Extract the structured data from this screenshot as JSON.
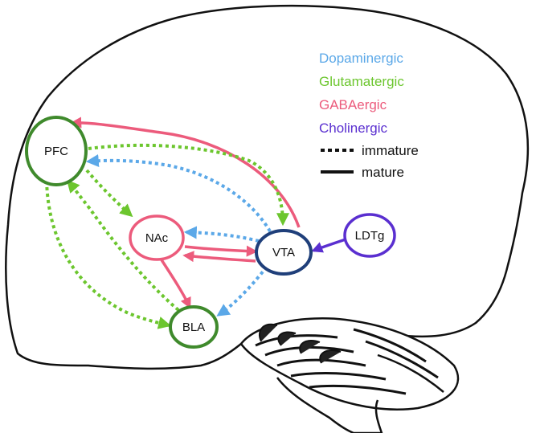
{
  "colors": {
    "dopaminergic": "#5ba8e8",
    "glutamatergic": "#6cc62e",
    "gabaergic": "#ec5b7c",
    "cholinergic": "#5a2fd0",
    "region_outline": "#3f8a2c",
    "vta_outline": "#1f3f7a",
    "brain_outline": "#111111"
  },
  "legend": {
    "items": [
      {
        "label": "Dopaminergic",
        "color": "#5ba8e8"
      },
      {
        "label": "Glutamatergic",
        "color": "#6cc62e"
      },
      {
        "label": "GABAergic",
        "color": "#ec5b7c"
      },
      {
        "label": "Cholinergic",
        "color": "#5a2fd0"
      }
    ],
    "line_styles": [
      {
        "label": "immature",
        "style": "dotted"
      },
      {
        "label": "mature",
        "style": "solid"
      }
    ]
  },
  "nodes": {
    "pfc": "PFC",
    "nac": "NAc",
    "vta": "VTA",
    "bla": "BLA",
    "ldtg": "LDTg"
  },
  "connections": [
    {
      "from": "VTA",
      "to": "PFC",
      "type": "GABAergic",
      "maturity": "mature"
    },
    {
      "from": "PFC",
      "to": "VTA",
      "type": "Glutamatergic",
      "maturity": "immature"
    },
    {
      "from": "VTA",
      "to": "PFC",
      "type": "Dopaminergic",
      "maturity": "immature"
    },
    {
      "from": "PFC",
      "to": "NAc",
      "type": "Glutamatergic",
      "maturity": "immature"
    },
    {
      "from": "VTA",
      "to": "NAc",
      "type": "Dopaminergic",
      "maturity": "immature"
    },
    {
      "from": "NAc",
      "to": "VTA",
      "type": "GABAergic",
      "maturity": "mature"
    },
    {
      "from": "VTA",
      "to": "NAc",
      "type": "GABAergic",
      "maturity": "mature"
    },
    {
      "from": "NAc",
      "to": "BLA",
      "type": "GABAergic",
      "maturity": "mature"
    },
    {
      "from": "VTA",
      "to": "BLA",
      "type": "Dopaminergic",
      "maturity": "immature"
    },
    {
      "from": "PFC",
      "to": "BLA",
      "type": "Glutamatergic",
      "maturity": "immature"
    },
    {
      "from": "BLA",
      "to": "PFC",
      "type": "Glutamatergic",
      "maturity": "immature"
    },
    {
      "from": "LDTg",
      "to": "VTA",
      "type": "Cholinergic",
      "maturity": "mature"
    }
  ]
}
